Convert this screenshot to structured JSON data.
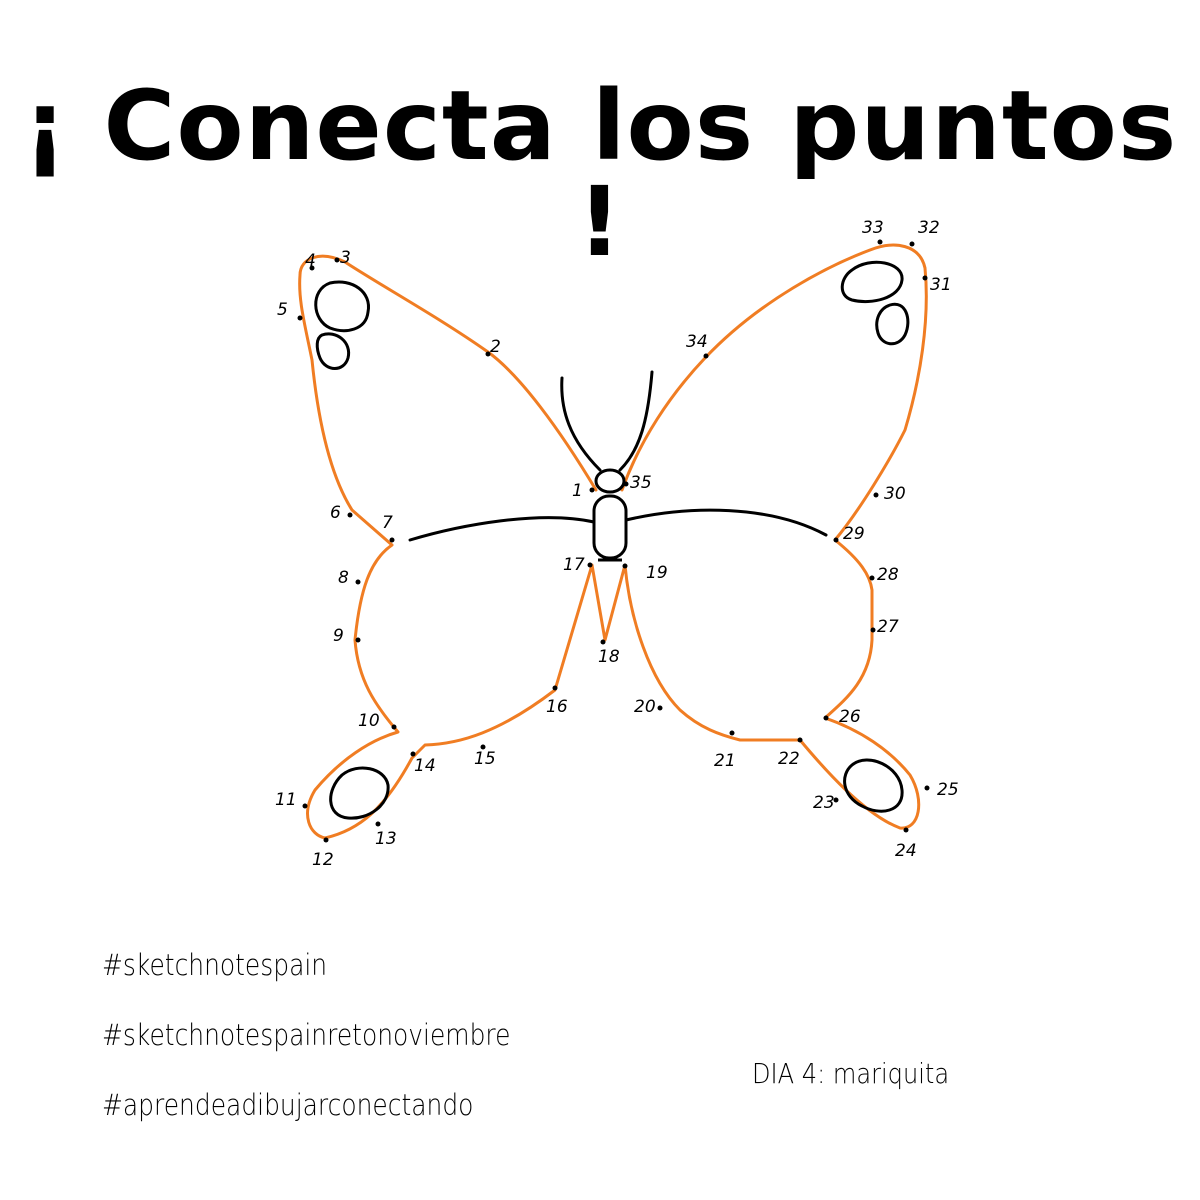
{
  "title": "¡ Conecta los puntos !",
  "colors": {
    "outline": "#f07d23",
    "ink": "#000000",
    "background": "#ffffff"
  },
  "dot_labels": [
    "1",
    "2",
    "3",
    "4",
    "5",
    "6",
    "7",
    "8",
    "9",
    "10",
    "11",
    "12",
    "13",
    "14",
    "15",
    "16",
    "17",
    "18",
    "19",
    "20",
    "21",
    "22",
    "23",
    "24",
    "25",
    "26",
    "27",
    "28",
    "29",
    "30",
    "31",
    "32",
    "33",
    "34",
    "35"
  ],
  "hashtags": [
    "#sketchnotespain",
    "#sketchnotespainretonoviembre",
    "#aprendeadibujarconectando"
  ],
  "day_label": "DIA 4: mariquita"
}
